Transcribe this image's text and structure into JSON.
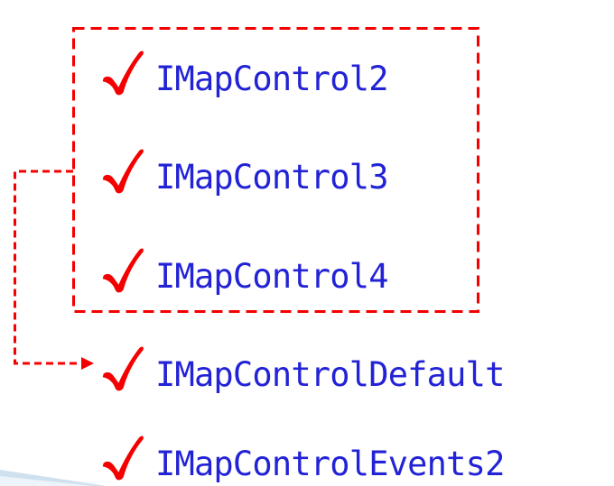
{
  "diagram": {
    "interfaces": [
      {
        "label": "IMapControl2",
        "checked": true,
        "in_highlight_box": true
      },
      {
        "label": "IMapControl3",
        "checked": true,
        "in_highlight_box": true
      },
      {
        "label": "IMapControl4",
        "checked": true,
        "in_highlight_box": true
      },
      {
        "label": "IMapControlDefault",
        "checked": true,
        "in_highlight_box": false
      },
      {
        "label": "IMapControlEvents2",
        "checked": true,
        "in_highlight_box": false
      }
    ],
    "annotation": {
      "highlight_box_contains": [
        "IMapControl2",
        "IMapControl3",
        "IMapControl4"
      ],
      "arrow_points_to": "IMapControlDefault"
    },
    "icons": {
      "checkmark": "✔",
      "arrow_direction": "right"
    },
    "colors": {
      "annotation_red": "#f40000",
      "interface_text_blue": "#2222d6",
      "corner_decoration_edge": "#cfe1ee",
      "corner_decoration_fill": "#ecf4f9",
      "background": "#ffffff"
    }
  }
}
